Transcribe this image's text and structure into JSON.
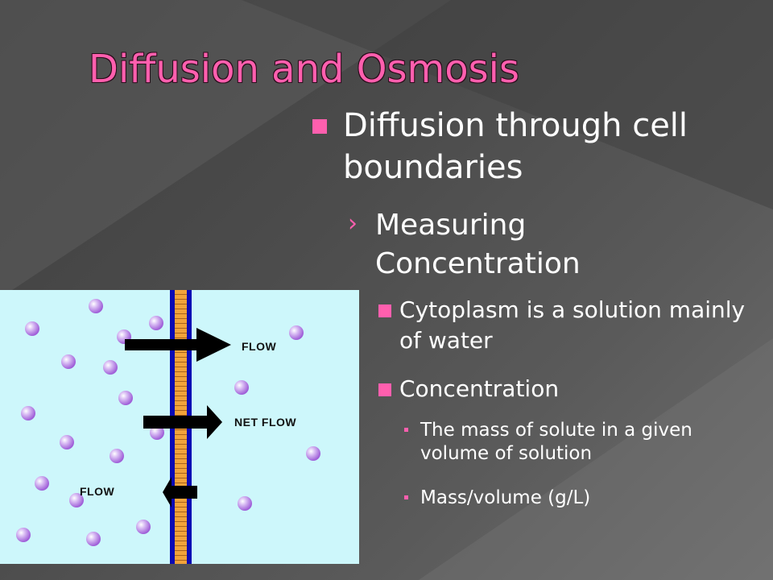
{
  "slide": {
    "title": "Diffusion and Osmosis",
    "bullet1": "Diffusion through cell boundaries",
    "sub1": "Measuring Concentration",
    "sub2_items": [
      "Cytoplasm is a solution mainly of water",
      "Concentration"
    ],
    "sub3_items": [
      "The mass of solute in a given volume of solution",
      "Mass/volume (g/L)"
    ]
  },
  "diagram": {
    "arrow_labels": {
      "top_flow": "FLOW",
      "net_flow": "NET FLOW",
      "bottom_flow": "FLOW"
    }
  },
  "colors": {
    "title_pink": "#ff5fae",
    "bullet_pink": "#ff5fae",
    "text_white": "#ffffff",
    "diagram_bg": "#cdf7fb",
    "membrane_blue": "#0a0ab4",
    "membrane_orange": "#f2a33a",
    "particle_purple": "#b57ce6"
  },
  "icons": {
    "level1_bullet": "pink-square-bullet",
    "level2_bullet": "pink-chevron-right",
    "level3_bullet": "pink-square-bullet",
    "level4_bullet": "pink-small-square-bullet"
  }
}
